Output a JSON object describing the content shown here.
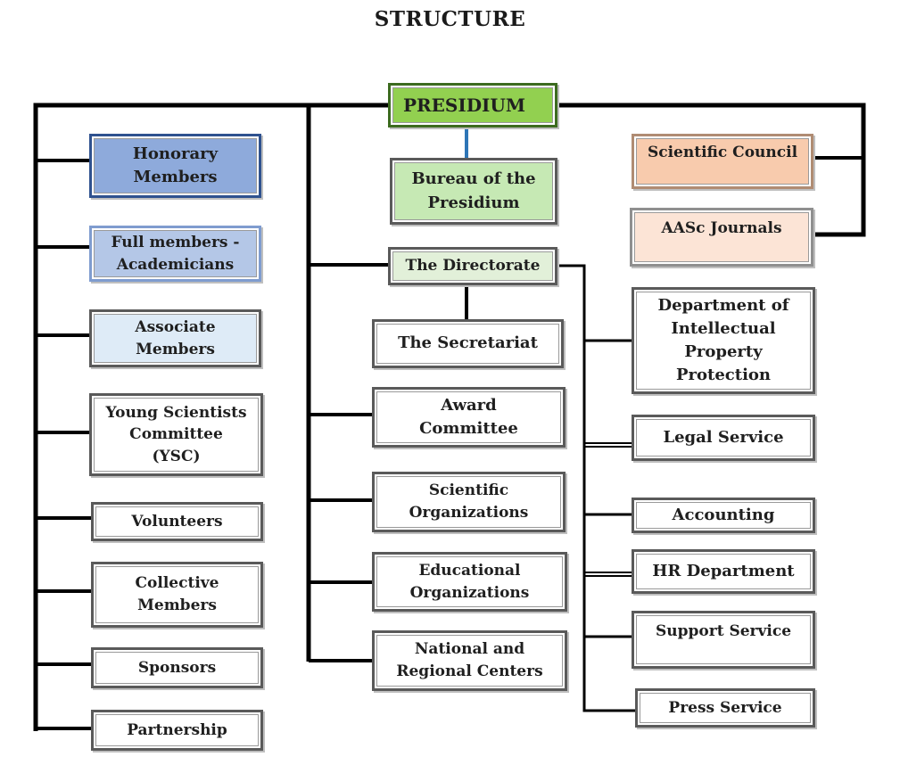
{
  "title": "STRUCTURE",
  "colors": {
    "presidium": "#92d050",
    "bureau": "#c6e9b4",
    "honorary": "#8eaadb",
    "full_members": "#b4c7e7",
    "associate": "#deebf7",
    "scientific_council": "#f8cbad",
    "journals": "#fce4d6",
    "directorate": "#e2f0d9",
    "connector_presidium_bureau": "#2e75b6",
    "lines": "#000000"
  },
  "nodes": {
    "presidium": "PRESIDIUM",
    "bureau": "Bureau of the Presidium",
    "honorary": "Honorary Members",
    "full_members": "Full members - Academicians",
    "associate": "Associate Members",
    "ysc": "Young Scientists Committee (YSC)",
    "volunteers": "Volunteers",
    "collective": "Collective Members",
    "sponsors": "Sponsors",
    "partnership": "Partnership",
    "scientific_council": "Scientific Council",
    "journals": "AASc Journals",
    "directorate": "The Directorate",
    "secretariat": "The Secretariat",
    "award": "Award Committee",
    "sci_orgs": "Scientific Organizations",
    "edu_orgs": "Educational Organizations",
    "national": "National and Regional Centers",
    "ip_dept": "Department of Intellectual Property Protection",
    "legal": "Legal Service",
    "accounting": "Accounting",
    "hr": "HR Department",
    "support": "Support Service",
    "press": "Press Service"
  },
  "display": {
    "presidium": [
      "PRESIDIUM"
    ],
    "bureau": [
      "Bureau of the",
      "Presidium"
    ],
    "honorary": [
      "Honorary",
      "Members"
    ],
    "full_members": [
      "Full members -",
      "Academicians"
    ],
    "associate": [
      "Associate",
      "Members"
    ],
    "ysc": [
      "Young Scientists",
      "Committee",
      "(YSC)"
    ],
    "volunteers": [
      "Volunteers"
    ],
    "collective": [
      "Collective",
      "Members"
    ],
    "sponsors": [
      "Sponsors"
    ],
    "partnership": [
      "Partnership"
    ],
    "scientific_council": [
      "Scientific Council"
    ],
    "journals": [
      "AASc Journals"
    ],
    "directorate": [
      "The Directorate"
    ],
    "secretariat": [
      "The Secretariat"
    ],
    "award": [
      "Award",
      "Committee"
    ],
    "sci_orgs": [
      "Scientific",
      "Organizations"
    ],
    "edu_orgs": [
      "Educational",
      "Organizations"
    ],
    "national": [
      "National and",
      "Regional Centers"
    ],
    "ip_dept": [
      "Department of",
      "Intellectual",
      "Property",
      "Protection"
    ],
    "legal": [
      "Legal Service"
    ],
    "accounting": [
      "Accounting"
    ],
    "hr": [
      "HR Department"
    ],
    "support": [
      "Support Service"
    ],
    "press": [
      "Press Service"
    ]
  }
}
